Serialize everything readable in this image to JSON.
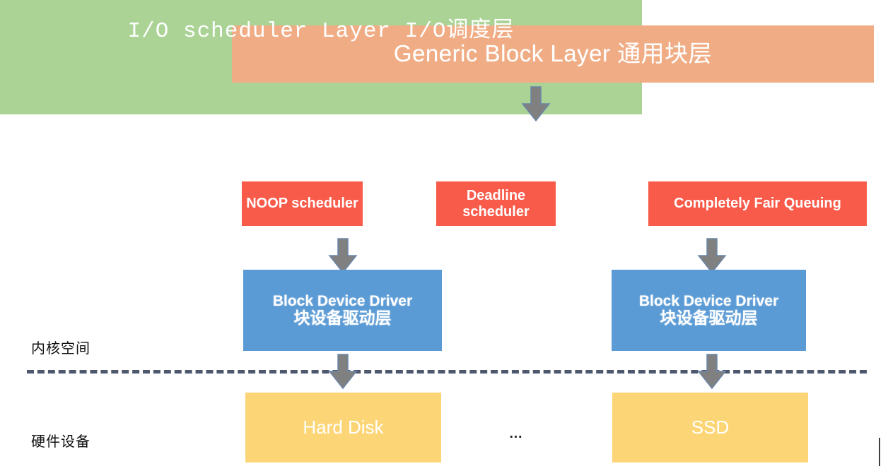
{
  "diagram": {
    "title": "Linux Block I/O Stack",
    "layers": {
      "generic_block": {
        "label": "Generic Block Layer 通用块层",
        "color": "#f0ad85"
      },
      "io_scheduler": {
        "label": "I/O scheduler Layer I/O调度层",
        "color": "#aad395",
        "schedulers": [
          {
            "label": "NOOP scheduler",
            "color": "#f95b4a"
          },
          {
            "label": "Deadline scheduler",
            "color": "#f95b4a"
          },
          {
            "label": "Completely Fair Queuing",
            "color": "#f95b4a"
          }
        ]
      },
      "drivers": [
        {
          "label_en": "Block Device Driver",
          "label_cn": "块设备驱动层",
          "color": "#5b9bd5"
        },
        {
          "label_en": "Block Device Driver",
          "label_cn": "块设备驱动层",
          "color": "#5b9bd5"
        }
      ],
      "hardware": [
        {
          "label": "Hard Disk",
          "color": "#fcd676"
        },
        {
          "label": "SSD",
          "color": "#fcd676"
        }
      ],
      "hardware_ellipsis": "..."
    },
    "side_labels": {
      "kernel_space": "内核空间",
      "hardware_devices": "硬件设备"
    },
    "separator": {
      "style": "dashed",
      "color": "#4d586e"
    },
    "arrow_color": "#808080",
    "arrow_outline_color": "#6a87a8"
  }
}
